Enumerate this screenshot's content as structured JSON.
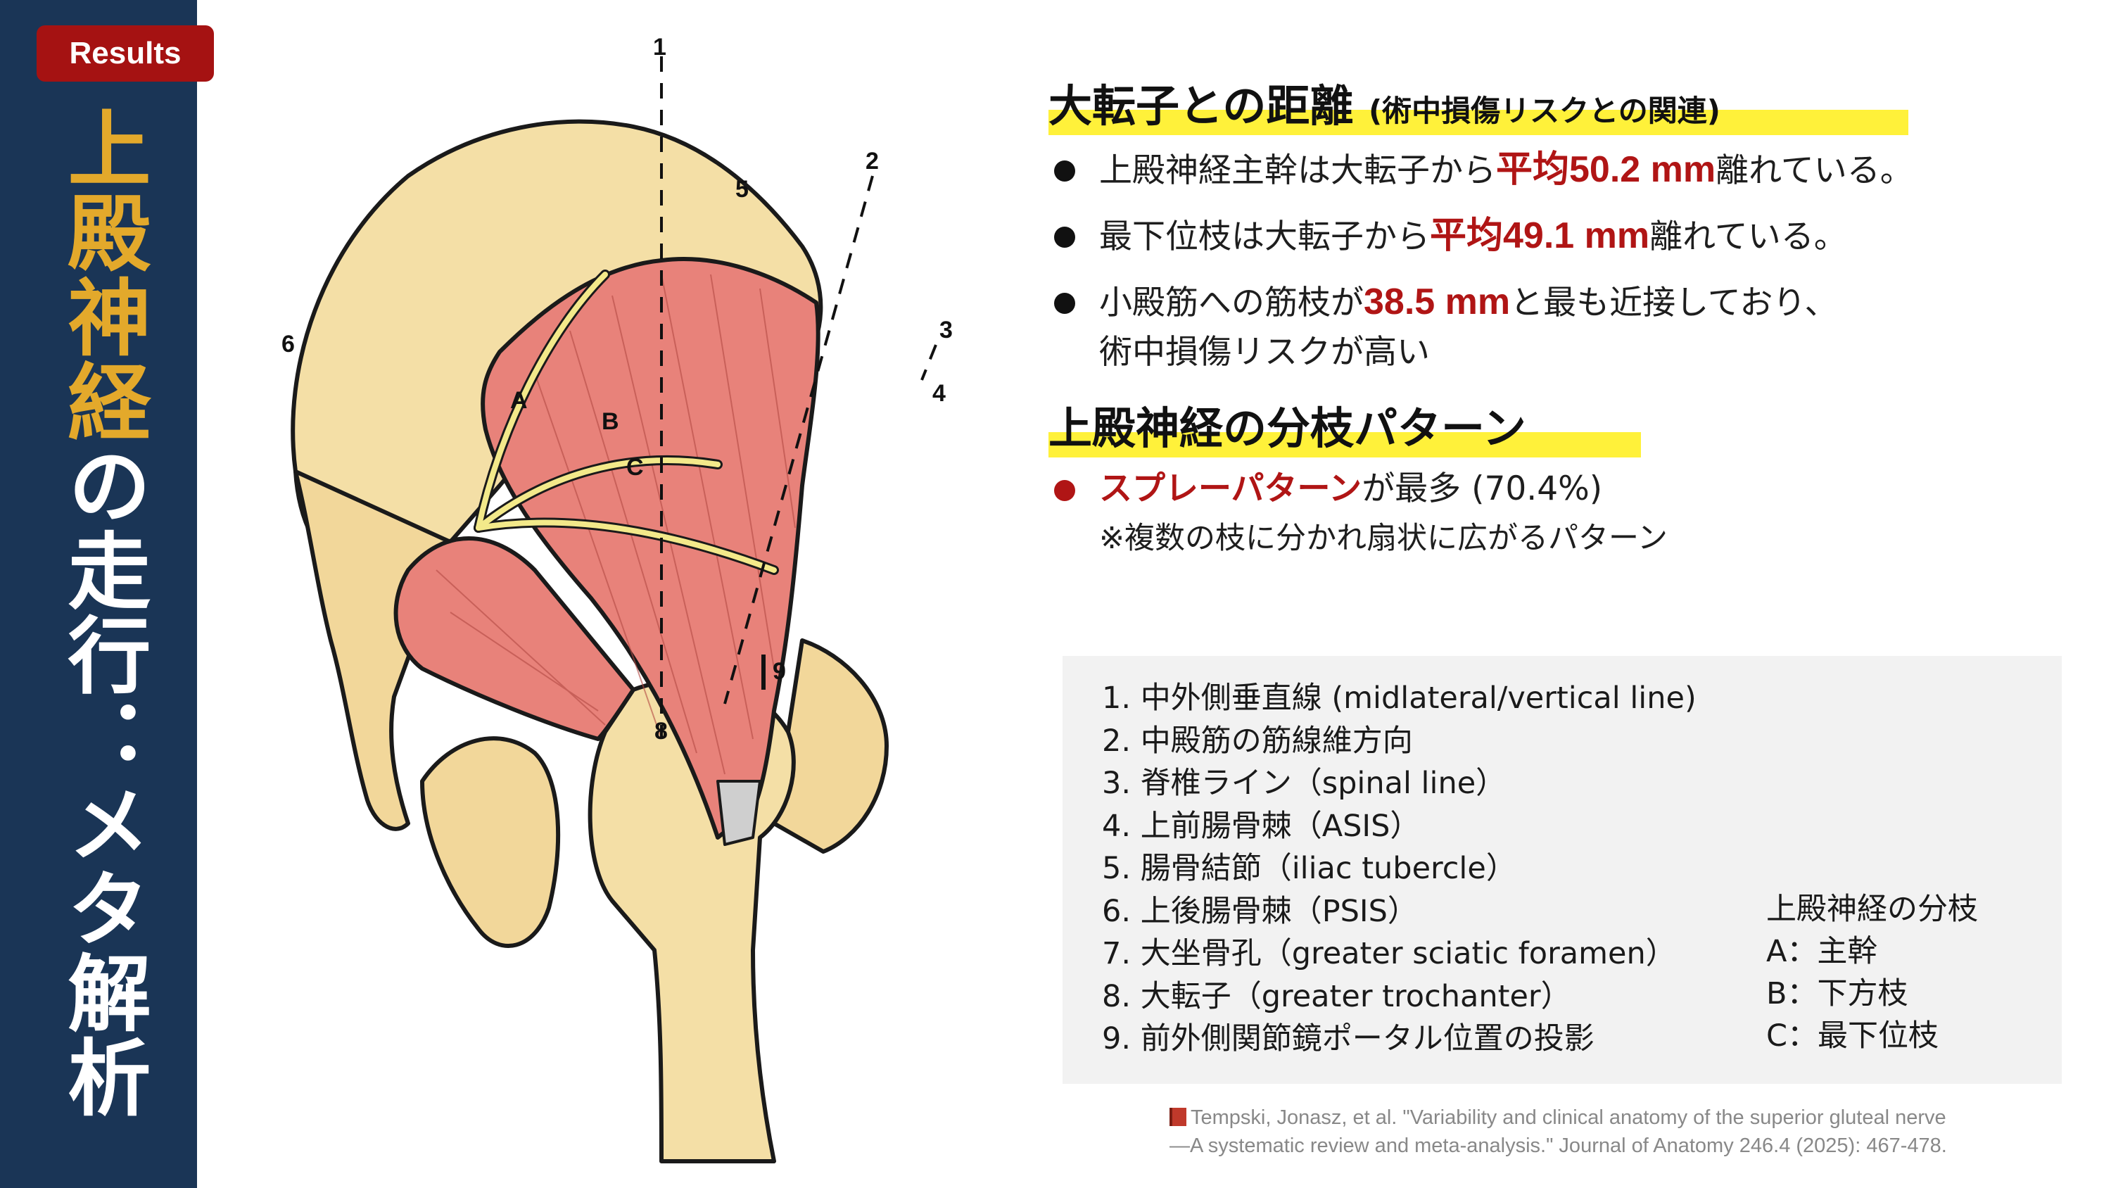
{
  "badge": "Results",
  "sidebar_title": {
    "part1": "上殿神経",
    "part2": "の走行：メタ解析"
  },
  "figure_labels": {
    "n1": "1",
    "n2": "2",
    "n3": "3",
    "n4": "4",
    "n5": "5",
    "n6": "6",
    "n8": "8",
    "n9": "9",
    "a": "A",
    "b": "B",
    "c": "C"
  },
  "section1": {
    "title": "大転子との距離",
    "subtitle": "(術中損傷リスクとの関連)",
    "bullets": [
      {
        "pre": "上殿神経主幹は大転子から",
        "em": "平均50.2 mm",
        "post": "離れている。"
      },
      {
        "pre": "最下位枝は大転子から",
        "em": "平均49.1 mm",
        "post": "離れている。"
      },
      {
        "pre": "小殿筋への筋枝が",
        "em": "38.5 mm",
        "post": "と最も近接しており、",
        "line2": "術中損傷リスクが高い"
      }
    ]
  },
  "section2": {
    "title": "上殿神経の分枝パターン",
    "bullet": {
      "em": "スプレーパターン",
      "post": "が最多 (70.4%)"
    },
    "note": "※複数の枝に分かれ扇状に広がるパターン"
  },
  "legend": {
    "items": [
      "1. 中外側垂直線 (midlateral/vertical line)",
      "2. 中殿筋の筋線維方向",
      "3. 脊椎ライン（spinal line）",
      "4. 上前腸骨棘（ASIS）",
      "5. 腸骨結節（iliac tubercle）",
      "6. 上後腸骨棘（PSIS）",
      "7. 大坐骨孔（greater sciatic foramen）",
      "8. 大転子（greater trochanter）",
      "9. 前外側関節鏡ポータル位置の投影"
    ],
    "branch_title": "上殿神経の分枝",
    "branches": [
      "A：主幹",
      "B：下方枝",
      "C：最下位枝"
    ]
  },
  "citation": {
    "line1": "Tempski, Jonasz, et al. \"Variability and clinical anatomy of the superior gluteal nerve",
    "line2": "—A systematic review and meta-analysis.\" Journal of Anatomy 246.4 (2025): 467-478."
  },
  "colors": {
    "sidebar": "#1a3556",
    "badge": "#a51212",
    "title_accent": "#e3a92b",
    "highlight": "#fff13a",
    "emphasis": "#b01515",
    "bone": "#f4dfa6",
    "muscle": "#e8827a",
    "nerve": "#f3e98a"
  }
}
